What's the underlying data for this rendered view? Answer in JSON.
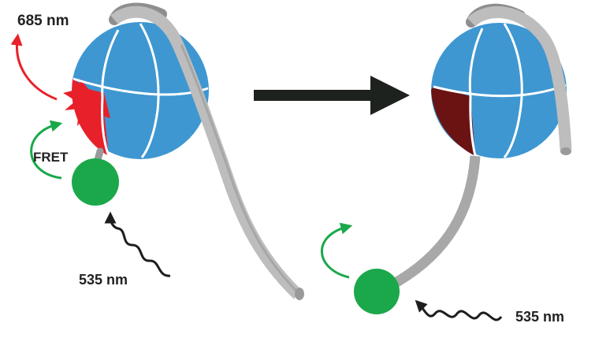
{
  "labels": {
    "emission": "685 nm",
    "fret": "FRET",
    "excitation_left": "535 nm",
    "excitation_right": "535 nm"
  },
  "colors": {
    "protein_blue": "#3E97D1",
    "acceptor_lit": "#E8202A",
    "acceptor_dark": "#6B1212",
    "donor_green": "#1BA84A",
    "strand_gray": "#BDBDBD",
    "arrow_dark": "#1E221E",
    "emission_arrow": "#E8202A",
    "fret_arrow": "#1BA84A"
  },
  "icons": {
    "transition": "right-arrow-icon",
    "emission": "emission-arrow-icon",
    "excitation": "wavy-light-icon"
  }
}
